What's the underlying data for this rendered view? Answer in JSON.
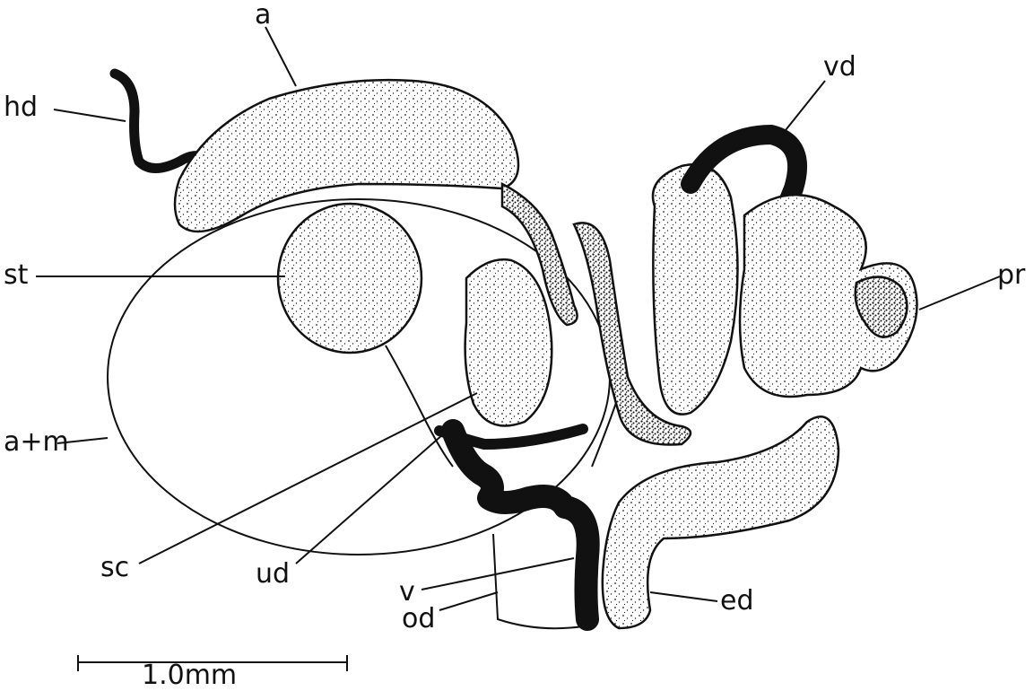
{
  "labels": {
    "a": "a",
    "hd": "hd",
    "st": "st",
    "a_m": "a+m",
    "sc": "sc",
    "ud": "ud",
    "v": "v",
    "od": "od",
    "ed": "ed",
    "vd": "vd",
    "pr": "pr"
  },
  "scale_bar": {
    "label": "1.0mm"
  }
}
